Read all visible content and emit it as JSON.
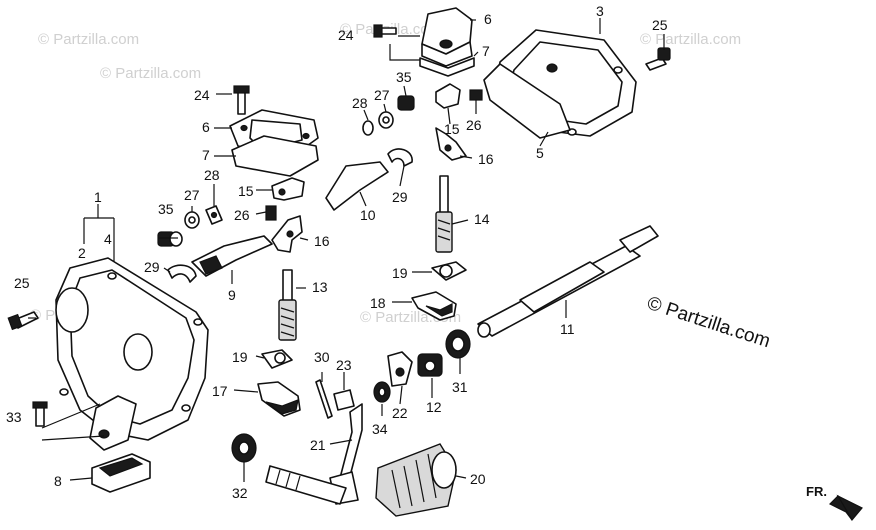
{
  "watermark": "© Partzilla.com",
  "copyright": "© Partzilla.com",
  "direction_label": "FR.",
  "callouts": [
    "1",
    "2",
    "3",
    "4",
    "5",
    "6",
    "7",
    "8",
    "9",
    "10",
    "11",
    "12",
    "13",
    "14",
    "15",
    "16",
    "17",
    "18",
    "19",
    "20",
    "21",
    "22",
    "23",
    "24",
    "25",
    "26",
    "27",
    "28",
    "29",
    "30",
    "31",
    "32",
    "33",
    "34",
    "35"
  ]
}
